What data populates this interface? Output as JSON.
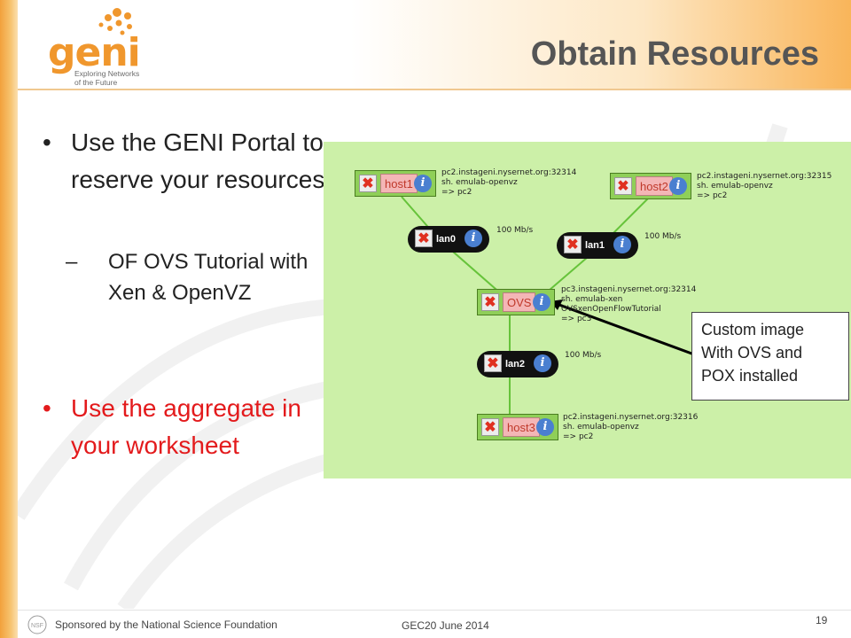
{
  "header": {
    "title": "Obtain Resources"
  },
  "logo": {
    "word": "geni",
    "tagline": "Exploring Networks of the Future"
  },
  "bullets": {
    "b1": "Use the GENI Portal to reserve your resources",
    "b2": "OF OVS Tutorial with Xen & OpenVZ",
    "b3": "Use the aggregate in your worksheet",
    "bullet_symbol": "•",
    "dash_symbol": "–"
  },
  "topology": {
    "nodes": [
      {
        "name": "host1",
        "meta": "pc2.instageni.nysernet.org:32314\nsh. emulab-openvz\n=> pc2"
      },
      {
        "name": "host2",
        "meta": "pc2.instageni.nysernet.org:32315\nsh. emulab-openvz\n=> pc2"
      },
      {
        "name": "OVS",
        "meta": "pc3.instageni.nysernet.org:32314\nsh. emulab-xen\nOVSxenOpenFlowTutorial\n=> pc3"
      },
      {
        "name": "host3",
        "meta": "pc2.instageni.nysernet.org:32316\nsh. emulab-openvz\n=> pc2"
      }
    ],
    "lans": [
      {
        "name": "lan0",
        "bandwidth": "100 Mb/s"
      },
      {
        "name": "lan1",
        "bandwidth": "100 Mb/s"
      },
      {
        "name": "lan2",
        "bandwidth": "100 Mb/s"
      }
    ],
    "delete_symbol": "✖",
    "info_symbol": "i"
  },
  "callout": {
    "line1": "Custom image",
    "line2": "With OVS and",
    "line3": "POX installed"
  },
  "footer": {
    "sponsor": "Sponsored by the National Science Foundation",
    "event": "GEC20  June 2014",
    "page": "19",
    "nsf_logo": "NSF"
  },
  "colors": {
    "accent": "#f0972d",
    "title": "#555555",
    "red_text": "#e31a1c",
    "panel_bg": "#ccf0a8",
    "link_line": "#66c33a"
  }
}
